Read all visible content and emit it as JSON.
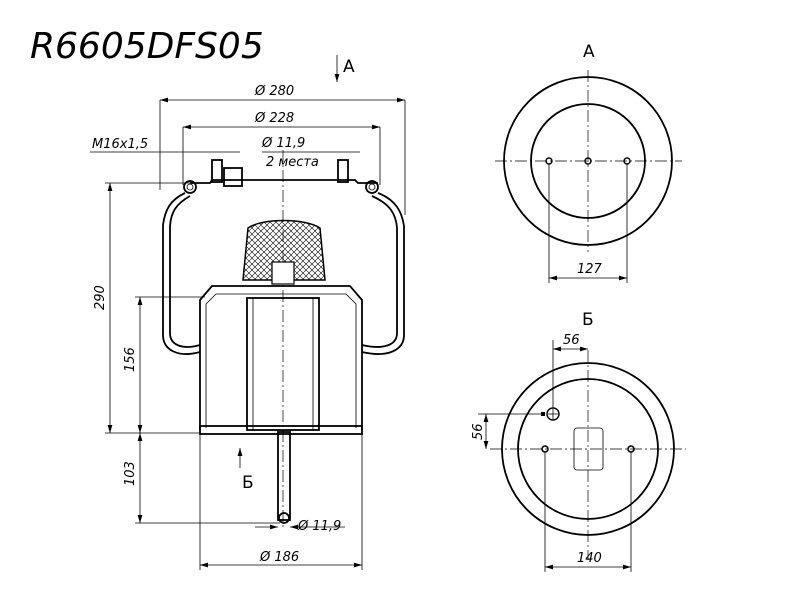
{
  "title": "R6605DFS05",
  "main_view": {
    "view_a_arrow_label": "А",
    "view_b_arrow_label": "Б",
    "dim_outer_diameter": "Ø 280",
    "dim_top_plate_diameter": "Ø 228",
    "dim_hole_diameter": "Ø 11,9",
    "dim_hole_count": "2 места",
    "dim_thread": "M16x1,5",
    "dim_total_height": "290",
    "dim_piston_height": "156",
    "dim_stem_height": "103",
    "dim_stem_diameter": "Ø 11,9",
    "dim_piston_diameter": "Ø 186"
  },
  "view_a": {
    "label": "А",
    "dim_hole_spacing": "127"
  },
  "view_b": {
    "label": "Б",
    "dim_offset_x": "56",
    "dim_offset_y": "56",
    "dim_hole_spacing": "140"
  }
}
